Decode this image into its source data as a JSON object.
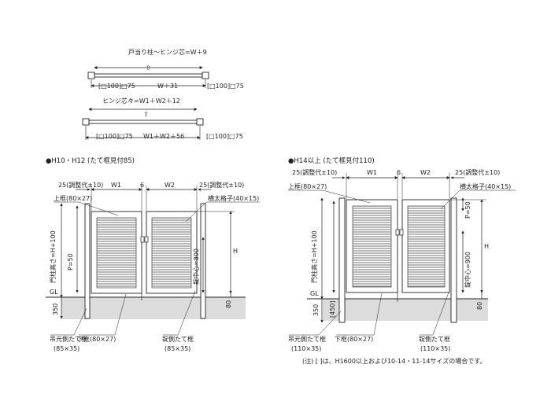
{
  "top": {
    "single_span": "戸当り柱～ヒンジ芯=W＋9",
    "single_post_left": "[□100]□75",
    "single_inner": "W＋31",
    "single_post_right": "[□100]□75",
    "double_span": "ヒンジ芯々=W1＋W2＋12",
    "double_post_left": "[□100]□75",
    "double_inner": "W1＋W2＋56",
    "double_post_right": "[□100]□75",
    "arrow_glyph": "⇧"
  },
  "left": {
    "title": "●H10・H12 (たて框見付85)",
    "adj_left": "25(調整代±10)",
    "w1": "W1",
    "gap": "6",
    "w2": "W2",
    "adj_right": "25(調整代±10)",
    "upper_frame": "上框(80×27)",
    "lattice": "横太格子(40×15)",
    "post_height": "門柱高さ=H+100",
    "p": "P=50",
    "lock_center": "錠中心=800",
    "h": "H",
    "gl": "GL",
    "depth": "350",
    "ground_gap": "80",
    "hinge_stile": "吊元側たて框",
    "hinge_stile_size": "(85×35)",
    "bottom_frame": "下框(80×27)",
    "lock_stile": "錠側たて框",
    "lock_stile_size": "(85×35)"
  },
  "right": {
    "title": "●H14以上 (たて框見付110)",
    "adj_left": "25(調整代±10)",
    "w1": "W1",
    "gap": "6",
    "w2": "W2",
    "adj_right": "25(調整代±10)",
    "upper_frame": "上框(80×27)",
    "lattice": "横太格子(40×15)",
    "post_height": "門柱高さ=H+100",
    "p": "P=50",
    "lock_center": "錠中心=900",
    "h": "H",
    "gl": "GL",
    "depth": "350",
    "depth_bracket": "[450]",
    "ground_gap": "80",
    "hinge_stile": "吊元側たて框",
    "hinge_stile_size": "(110×35)",
    "bottom_frame": "下框(80×27)",
    "lock_stile": "錠側たて框",
    "lock_stile_size": "(110×35)"
  },
  "note": "(注) [ ]は、H1600以上および10-14・11-14サイズの場合です。"
}
